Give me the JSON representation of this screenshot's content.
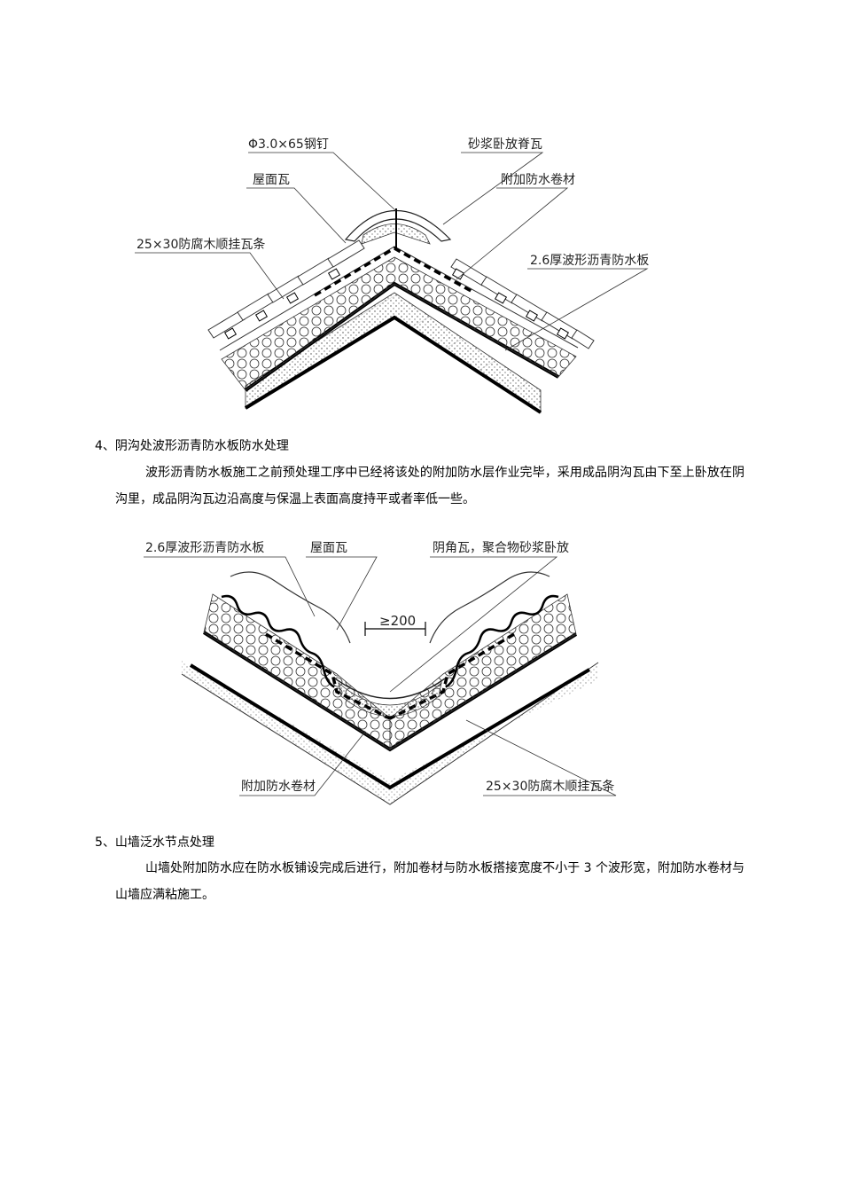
{
  "figure1": {
    "labels": {
      "nail": "Φ3.0×65钢钉",
      "mortar_ridge": "砂浆卧放脊瓦",
      "roof_tile": "屋面瓦",
      "extra_membrane": "附加防水卷材",
      "batten": "25×30防腐木顺挂瓦条",
      "board": "2.6厚波形沥青防水板"
    }
  },
  "section4": {
    "heading": "4、阴沟处波形沥青防水板防水处理",
    "paragraph": "波形沥青防水板施工之前预处理工序中已经将该处的附加防水层作业完毕，采用成品阴沟瓦由下至上卧放在阴沟里，成品阴沟瓦边沿高度与保温上表面高度持平或者率低一些。"
  },
  "figure2": {
    "labels": {
      "board": "2.6厚波形沥青防水板",
      "roof_tile": "屋面瓦",
      "corner_tile": "阴角瓦，聚合物砂浆卧放",
      "dimension": "≥200",
      "extra_membrane": "附加防水卷材",
      "batten": "25×30防腐木顺挂瓦条"
    }
  },
  "section5": {
    "heading": "5、山墙泛水节点处理",
    "paragraph": "山墙处附加防水应在防水板铺设完成后进行，附加卷材与防水板搭接宽度不小于 3 个波形宽，附加防水卷材与山墙应满粘施工。"
  }
}
